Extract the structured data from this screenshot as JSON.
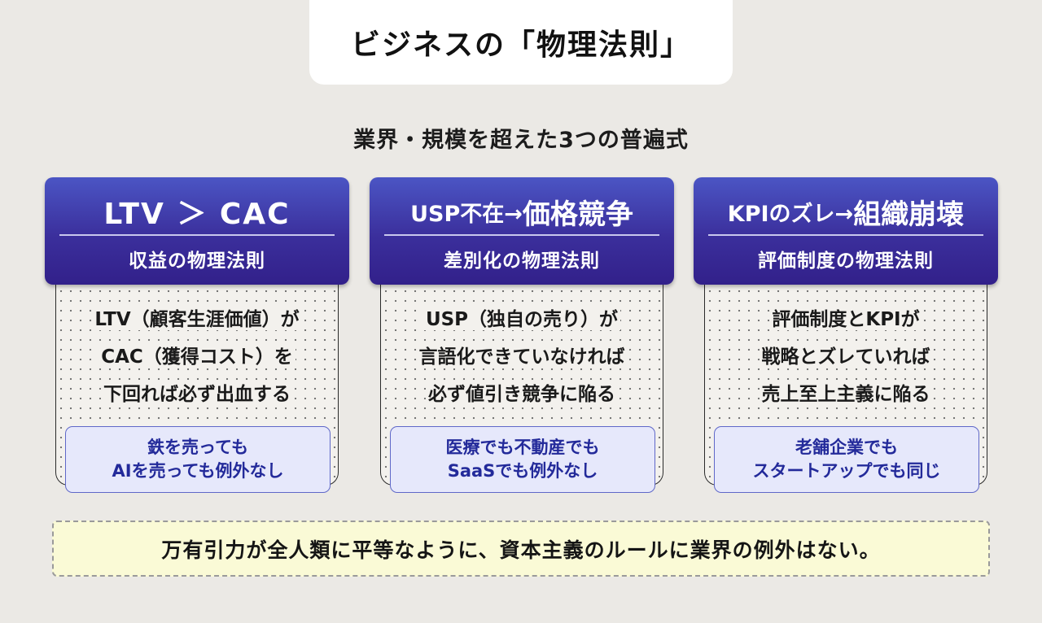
{
  "title": "ビジネスの「物理法則」",
  "subtitle": "業界・規模を超えた3つの普遍式",
  "cards": [
    {
      "heading": "LTV ＞ CAC",
      "law": "収益の物理法則",
      "description": [
        "LTV（顧客生涯価値）が",
        "CAC（獲得コスト）を",
        "下回れば必ず出血する"
      ],
      "note": [
        "鉄を売っても",
        "AIを売っても例外なし"
      ]
    },
    {
      "heading_prefix": "USP不在→",
      "heading_emph": "価格競争",
      "law": "差別化の物理法則",
      "description": [
        "USP（独自の売り）が",
        "言語化できていなければ",
        "必ず値引き競争に陥る"
      ],
      "note": [
        "医療でも不動産でも",
        "SaaSでも例外なし"
      ]
    },
    {
      "heading_prefix": "KPIのズレ→",
      "heading_emph": "組織崩壊",
      "law": "評価制度の物理法則",
      "description": [
        "評価制度とKPIが",
        "戦略とズレていれば",
        "売上至上主義に陥る"
      ],
      "note": [
        "老舗企業でも",
        "スタートアップでも同じ"
      ]
    }
  ],
  "conclusion": "万有引力が全人類に平等なように、資本主義のルールに業界の例外はない。",
  "colors": {
    "background": "#ebe9e5",
    "header_gradient_top": "#4b55c4",
    "header_gradient_bottom": "#32208a",
    "note_background": "#e6e8fb",
    "note_text": "#232a9a",
    "conclusion_background": "#fafad6"
  }
}
